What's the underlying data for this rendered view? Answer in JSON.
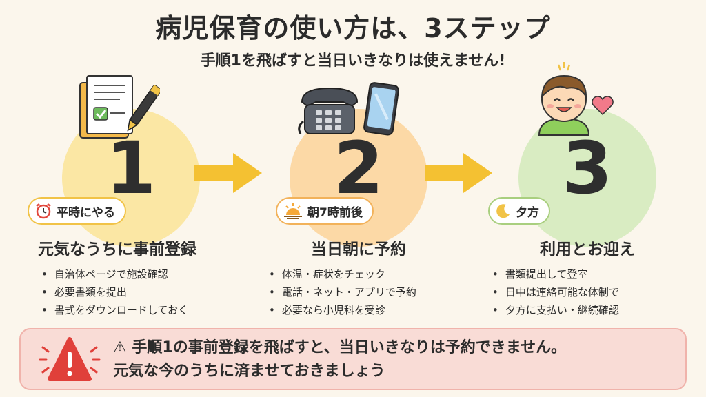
{
  "header": {
    "title": "病児保育の使い方は、3ステップ",
    "subtitle": "手順1を飛ばすと当日いきなりは使えません!"
  },
  "steps": [
    {
      "number": "1",
      "badge": "平時にやる",
      "badge_icon": "alarm-clock-icon",
      "title": "元気なうちに事前登録",
      "items": [
        "自治体ページで施設確認",
        "必要書類を提出",
        "書式をダウンロードしておく"
      ],
      "illustration": "document-pen-icon",
      "color": "#fbe7a4"
    },
    {
      "number": "2",
      "badge": "朝7時前後",
      "badge_icon": "sunrise-icon",
      "title": "当日朝に予約",
      "items": [
        "体温・症状をチェック",
        "電話・ネット・アプリで予約",
        "必要なら小児科を受診"
      ],
      "illustration": "phone-smartphone-icon",
      "color": "#fcd9a6"
    },
    {
      "number": "3",
      "badge": "夕方",
      "badge_icon": "moon-icon",
      "title": "利用とお迎え",
      "items": [
        "書類提出して登室",
        "日中は連絡可能な体制で",
        "夕方に支払い・継続確認"
      ],
      "illustration": "happy-child-heart-icon",
      "color": "#d9ecc2"
    }
  ],
  "warning": {
    "line1": "⚠ 手順1の事前登録を飛ばすと、当日いきなりは予約できません。",
    "line2": "元気な今のうちに済ませておきましょう",
    "icon": "warning-triangle-icon",
    "color": "#e0403a"
  }
}
